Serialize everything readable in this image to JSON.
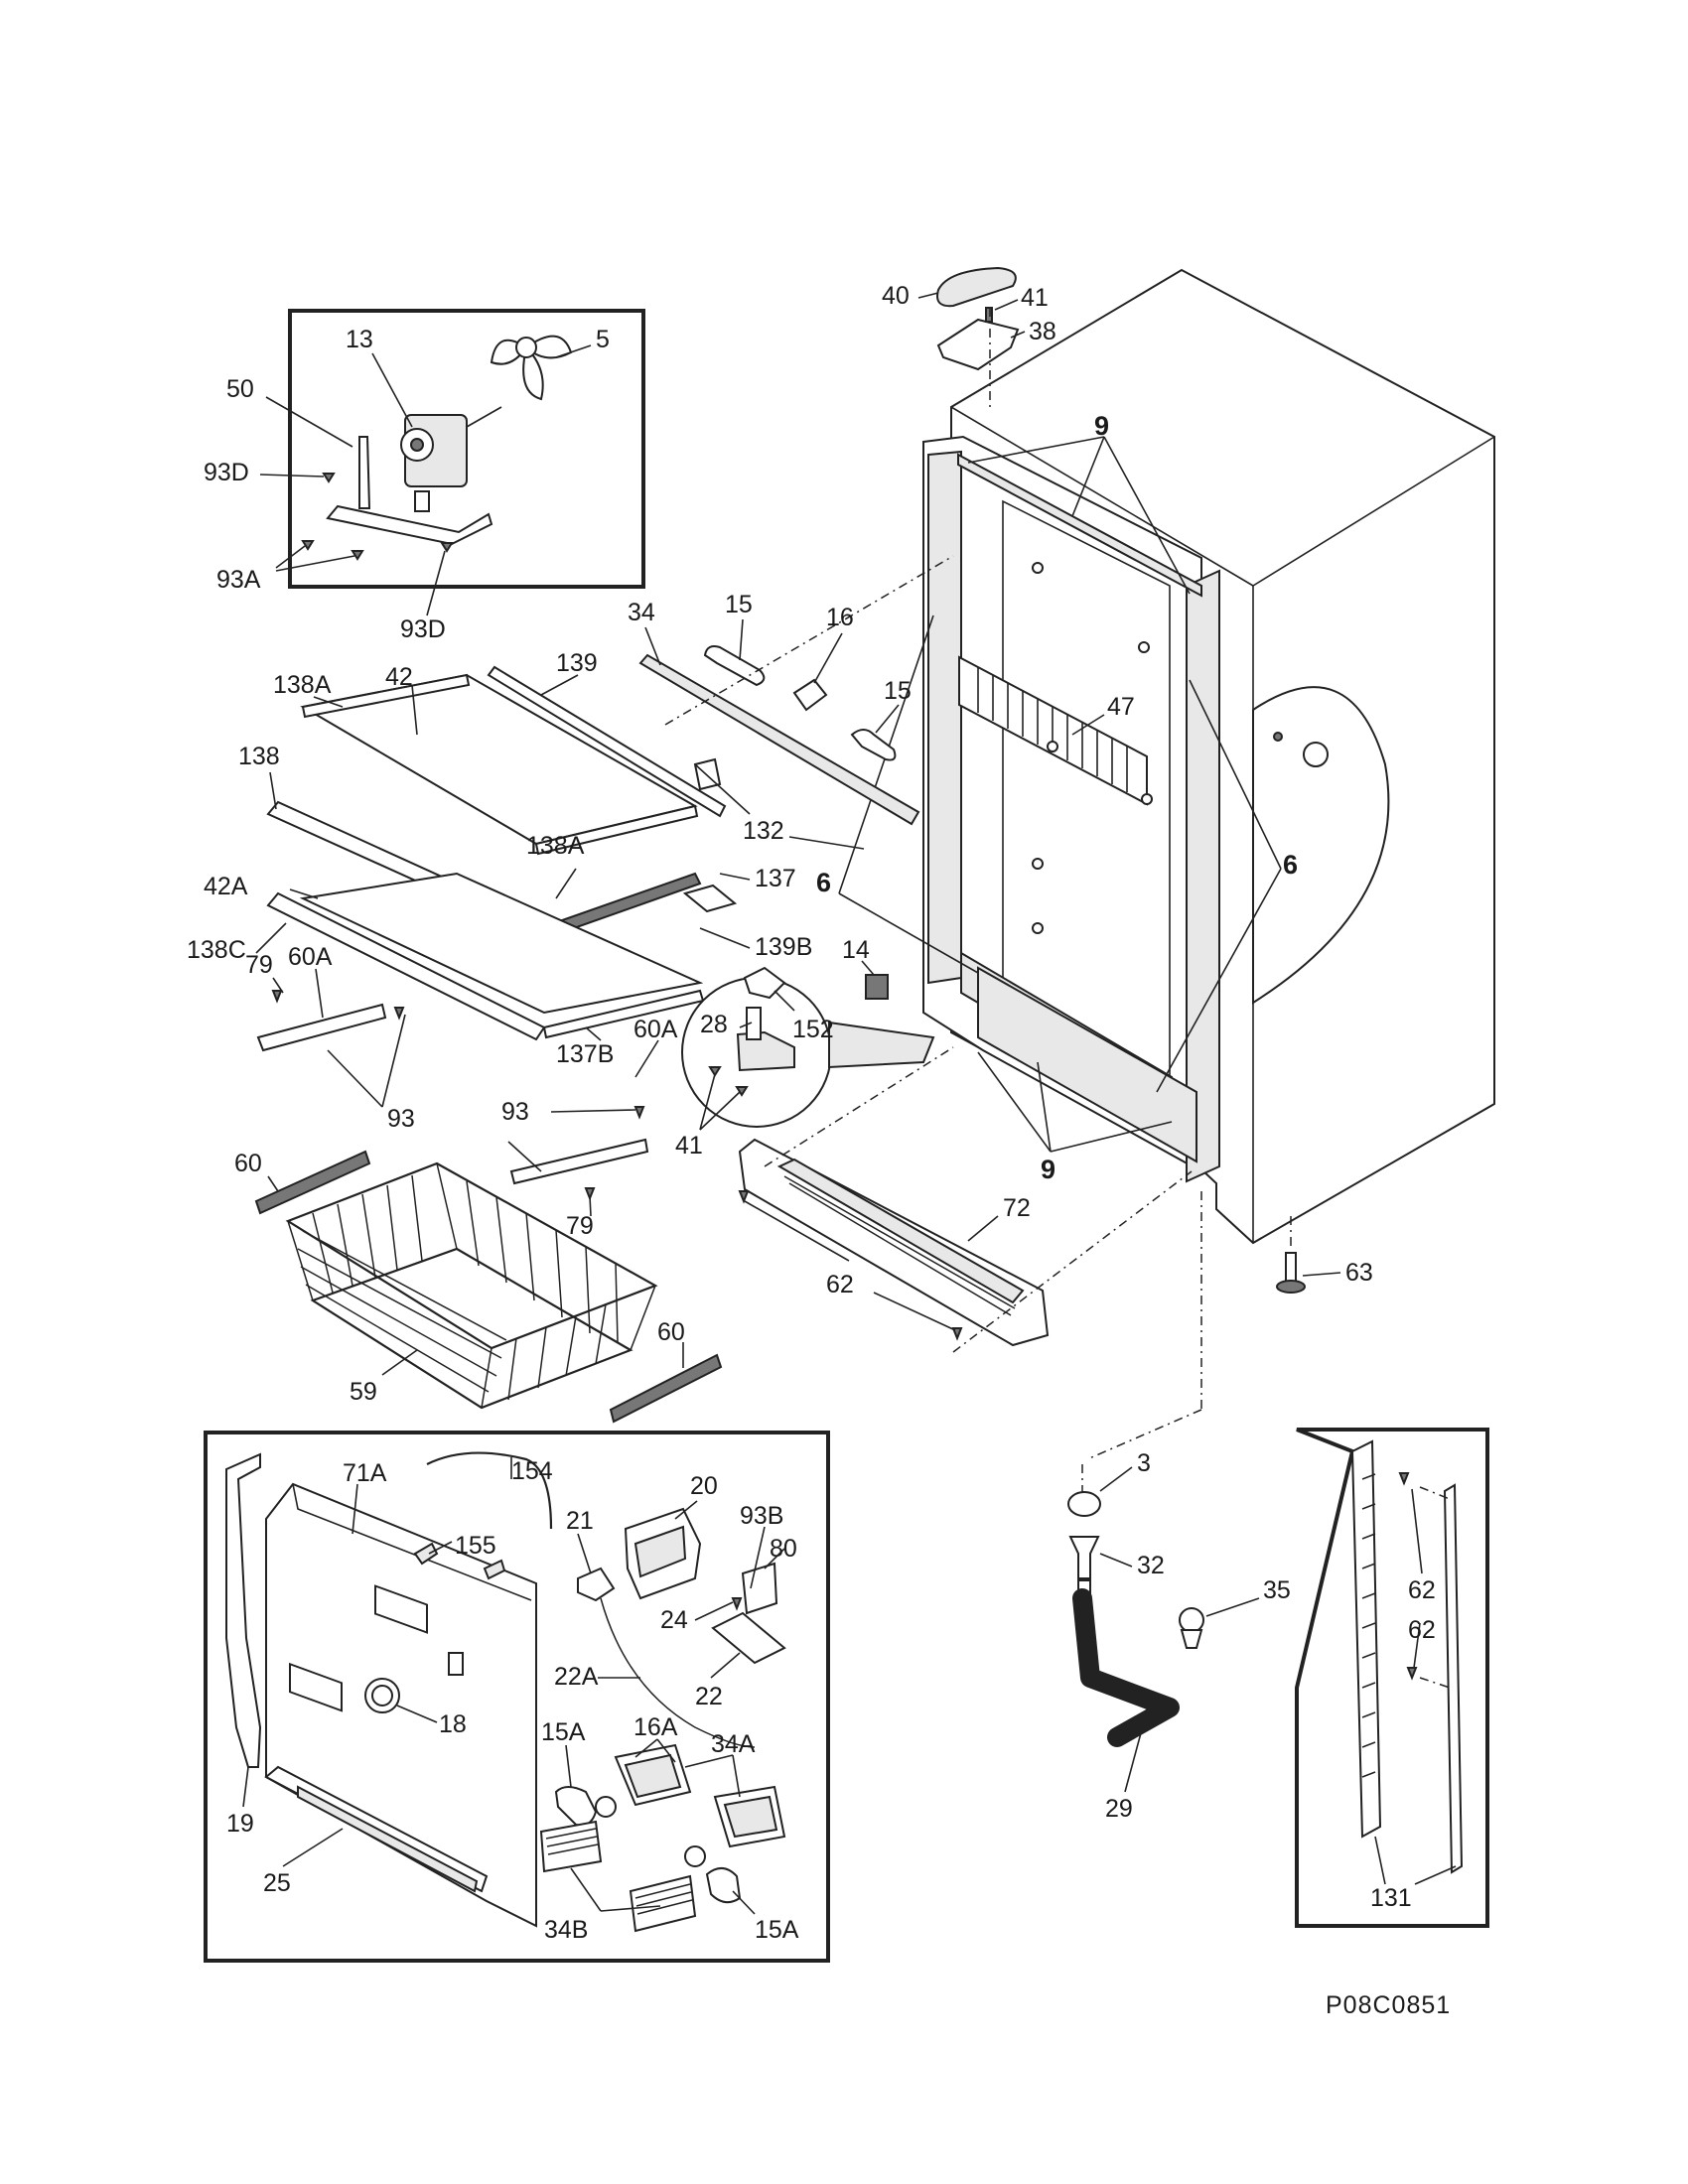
{
  "diagram_ref": "P08C0851",
  "callouts": {
    "c3": "3",
    "c5": "5",
    "c6a": "6",
    "c6b": "6",
    "c9a": "9",
    "c9b": "9",
    "c13": "13",
    "c14": "14",
    "c15a": "15",
    "c15b": "15",
    "c15A1": "15A",
    "c15A2": "15A",
    "c16": "16",
    "c16A": "16A",
    "c18": "18",
    "c19": "19",
    "c20": "20",
    "c21": "21",
    "c22": "22",
    "c22A": "22A",
    "c24": "24",
    "c25": "25",
    "c28": "28",
    "c29": "29",
    "c32": "32",
    "c34": "34",
    "c34A": "34A",
    "c34B": "34B",
    "c35": "35",
    "c38": "38",
    "c40": "40",
    "c41a": "41",
    "c41b": "41",
    "c42": "42",
    "c42A": "42A",
    "c47": "47",
    "c50": "50",
    "c59": "59",
    "c60a": "60",
    "c60b": "60",
    "c60A1": "60A",
    "c60A2": "60A",
    "c62a": "62",
    "c62b": "62",
    "c63": "63",
    "c71A": "71A",
    "c72": "72",
    "c79a": "79",
    "c79b": "79",
    "c80": "80",
    "c93a": "93",
    "c93b": "93",
    "c93A": "93A",
    "c93B": "93B",
    "c93D1": "93D",
    "c93D2": "93D",
    "c131": "131",
    "c132": "132",
    "c137": "137",
    "c137B": "137B",
    "c138": "138",
    "c138A1": "138A",
    "c138A2": "138A",
    "c138C": "138C",
    "c139": "139",
    "c139B": "139B",
    "c152": "152",
    "c154": "154",
    "c155": "155"
  }
}
